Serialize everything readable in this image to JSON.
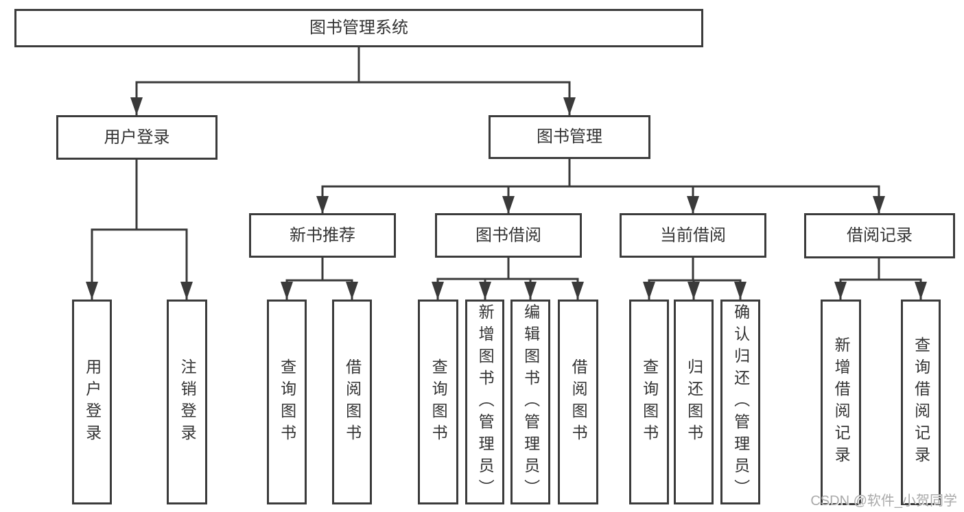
{
  "tree": {
    "label": "图书管理系统",
    "children": [
      {
        "label": "用户登录",
        "children": [
          {
            "label": "用户登录"
          },
          {
            "label": "注销登录"
          }
        ]
      },
      {
        "label": "图书管理",
        "children": [
          {
            "label": "新书推荐",
            "children": [
              {
                "label": "查询图书"
              },
              {
                "label": "借阅图书"
              }
            ]
          },
          {
            "label": "图书借阅",
            "children": [
              {
                "label": "查询图书"
              },
              {
                "label": "新增图书（管理员）"
              },
              {
                "label": "编辑图书（管理员）"
              },
              {
                "label": "借阅图书"
              }
            ]
          },
          {
            "label": "当前借阅",
            "children": [
              {
                "label": "查询图书"
              },
              {
                "label": "归还图书"
              },
              {
                "label": "确认归还（管理员）"
              }
            ]
          },
          {
            "label": "借阅记录",
            "children": [
              {
                "label": "新增借阅记录"
              },
              {
                "label": "查询借阅记录"
              }
            ]
          }
        ]
      }
    ]
  },
  "watermark": "CSDN @软件_小贺同学",
  "colors": {
    "line": "#3a3a3a",
    "box_border": "#3b3b3b",
    "text": "#333333",
    "watermark": "#a9a9a9",
    "background": "#ffffff"
  }
}
